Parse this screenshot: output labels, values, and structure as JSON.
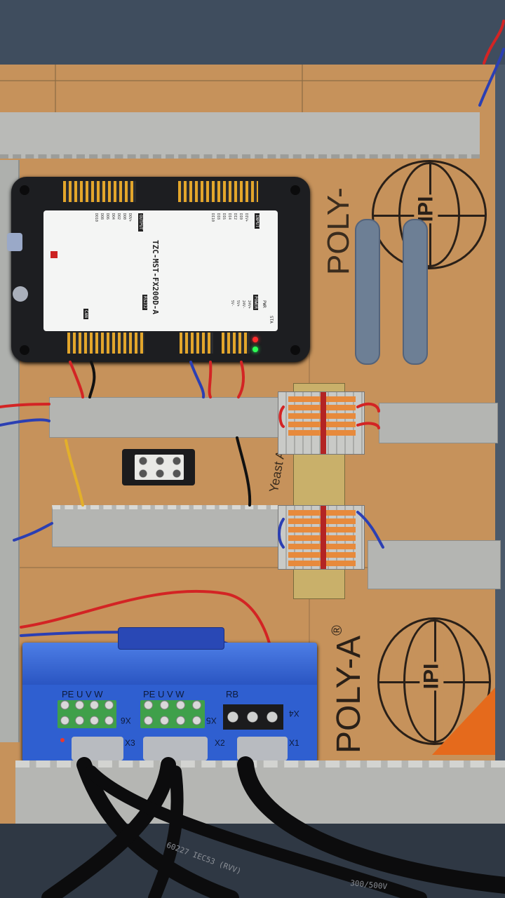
{
  "controller": {
    "model": "TZC-MST-FX200D-A",
    "output_tag": "OUTPUT",
    "input_tag": "INPUT",
    "power_tag": "POWER",
    "can_tag": "CAN",
    "serial_tag": "RS232",
    "pwr_label": "PWR",
    "sta_label": "STA",
    "output_pins": [
      "DOV+",
      "DO0",
      "DO2",
      "DO4",
      "DO6",
      "DO8",
      "DO10"
    ],
    "input_pins": [
      "DIV+",
      "DI0",
      "DI2",
      "DI4",
      "DI6",
      "DI8",
      "DI10"
    ],
    "power_pins": [
      "24V+",
      "24V-",
      "5V+",
      "5V-"
    ]
  },
  "servo_drive": {
    "terminal_a": "PE U V W",
    "terminal_b": "PE U V W",
    "rb_label": "RB",
    "ports": [
      "X6",
      "X5",
      "X4",
      "X3",
      "X2",
      "X1"
    ],
    "status_led": "#e8382e",
    "body_color": "#2f5fd0"
  },
  "backplate_print": {
    "brand": "POLY-A",
    "registered": "®",
    "logo_text": "IPI",
    "side_text": "POLY-",
    "diagonal_text": "Yeast Acet"
  },
  "cable_print": "60227 IEC53 (RVV)",
  "cable_rating": "300/500V",
  "colors": {
    "backplate": "#c7935c",
    "duct": "#b8b9b6",
    "frame": "#3e4a5a",
    "wire_red": "#d32424",
    "wire_blue": "#2b3fb3",
    "terminal_orange": "#e78a3c"
  }
}
